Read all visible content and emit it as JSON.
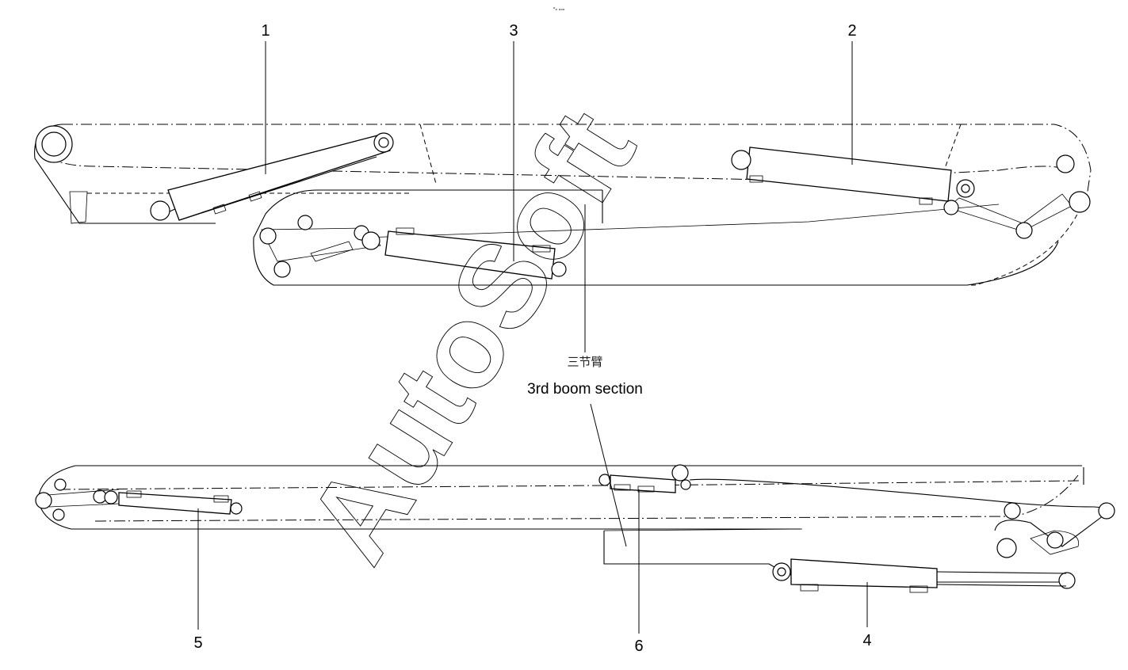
{
  "diagram": {
    "header_mark": "ᵒₒ ₒₒₒ",
    "caption_cn": "三节臂",
    "caption_en": "3rd boom section",
    "watermark": "AutoSoft",
    "part_labels": {
      "p1": "1",
      "p2": "2",
      "p3": "3",
      "p4": "4",
      "p5": "5",
      "p6": "6"
    }
  }
}
